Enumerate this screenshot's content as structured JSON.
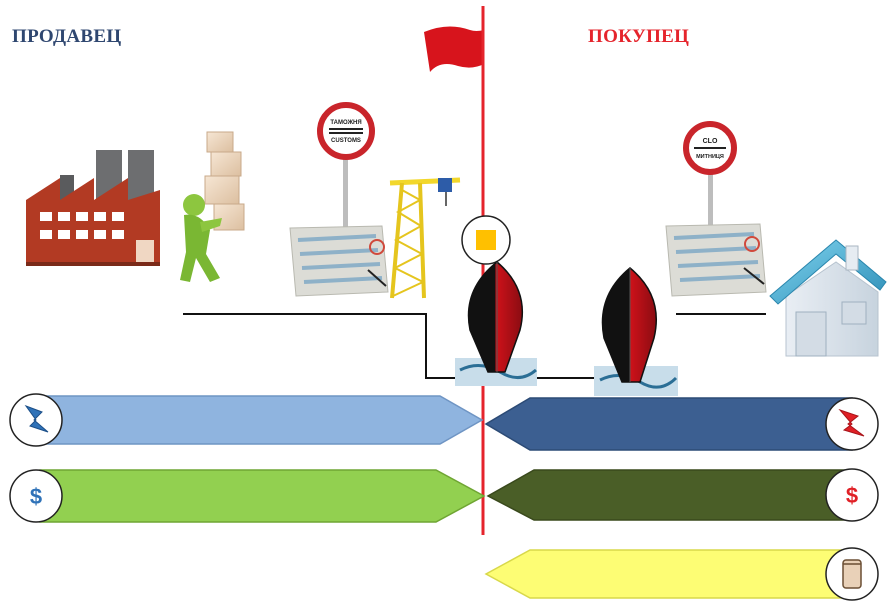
{
  "seller": {
    "title": "ПРОДАВЕЦ",
    "color": "#2f4770"
  },
  "buyer": {
    "title": "ПОКУПЕЦ",
    "color": "#e5242c"
  },
  "customs_sign_seller": {
    "line1": "ТАМОЖНЯ",
    "line2": "CUSTOMS"
  },
  "customs_sign_buyer": {
    "line1": "CLO",
    "line2": "МИТНИЦЯ"
  },
  "icons": {
    "risk": "lightning-icon",
    "costs": "dollar-icon",
    "documents": "document-scroll-icon"
  },
  "colors": {
    "seller_risk_band": "#8fb4df",
    "buyer_risk_band": "#3c5f91",
    "seller_cost_band": "#92d050",
    "buyer_cost_band": "#4a5e27",
    "buyer_docs_band": "#fdfd74",
    "transfer_line": "#e5242c"
  }
}
